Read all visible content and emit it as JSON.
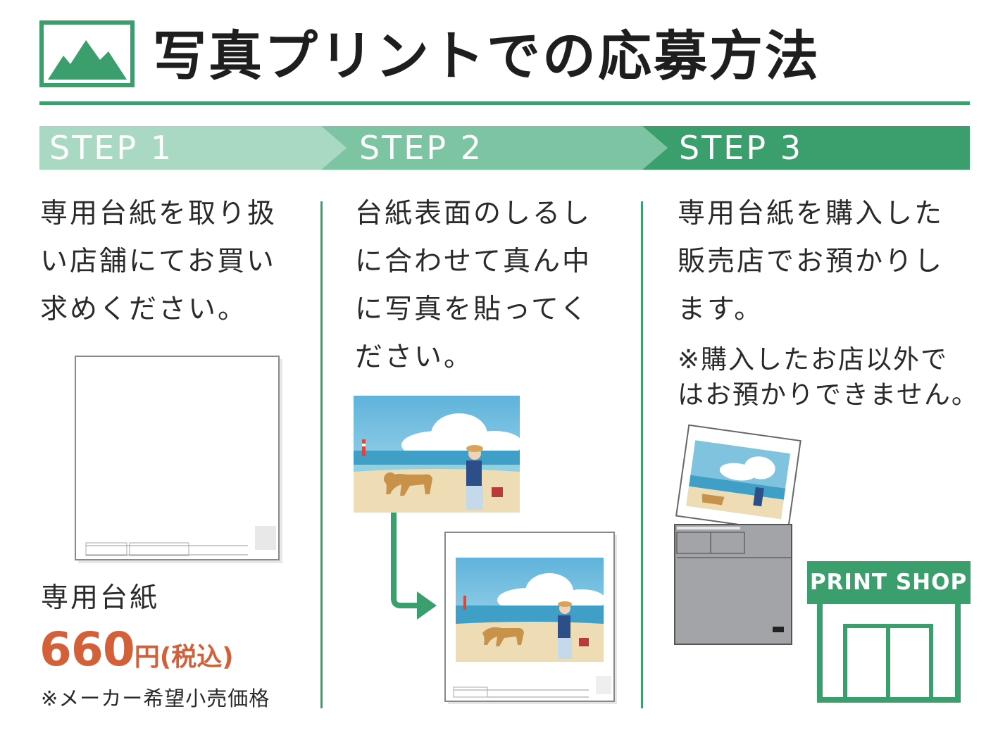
{
  "header": {
    "title": "写真プリントでの応募方法",
    "logo_icon": "mountain-photo-icon"
  },
  "colors": {
    "green": "#3a9e6d",
    "green_light": "#a9d9c2",
    "green_mid": "#7cc4a2",
    "price_orange": "#d4603a",
    "sky": "#7fc3df",
    "sand": "#eedcb5"
  },
  "steps": [
    {
      "label": "STEP 1"
    },
    {
      "label": "STEP 2"
    },
    {
      "label": "STEP 3"
    }
  ],
  "step1": {
    "text": "専用台紙を取り扱\nい店舗にてお買い\n求めください。",
    "mount_label": "専用台紙",
    "price_value": "660",
    "price_unit": "円",
    "price_tax": "(税込)",
    "price_note": "※メーカー希望小売価格"
  },
  "step2": {
    "text": "台紙表面のしるし\nに合わせて真ん中\nに写真を貼ってく\nださい。"
  },
  "step3": {
    "text": "専用台紙を購入した\n販売店でお預かりし\nます。",
    "note": "※購入したお店以外で\nはお預かりできません。",
    "shop_sign": "PRINT SHOP"
  }
}
